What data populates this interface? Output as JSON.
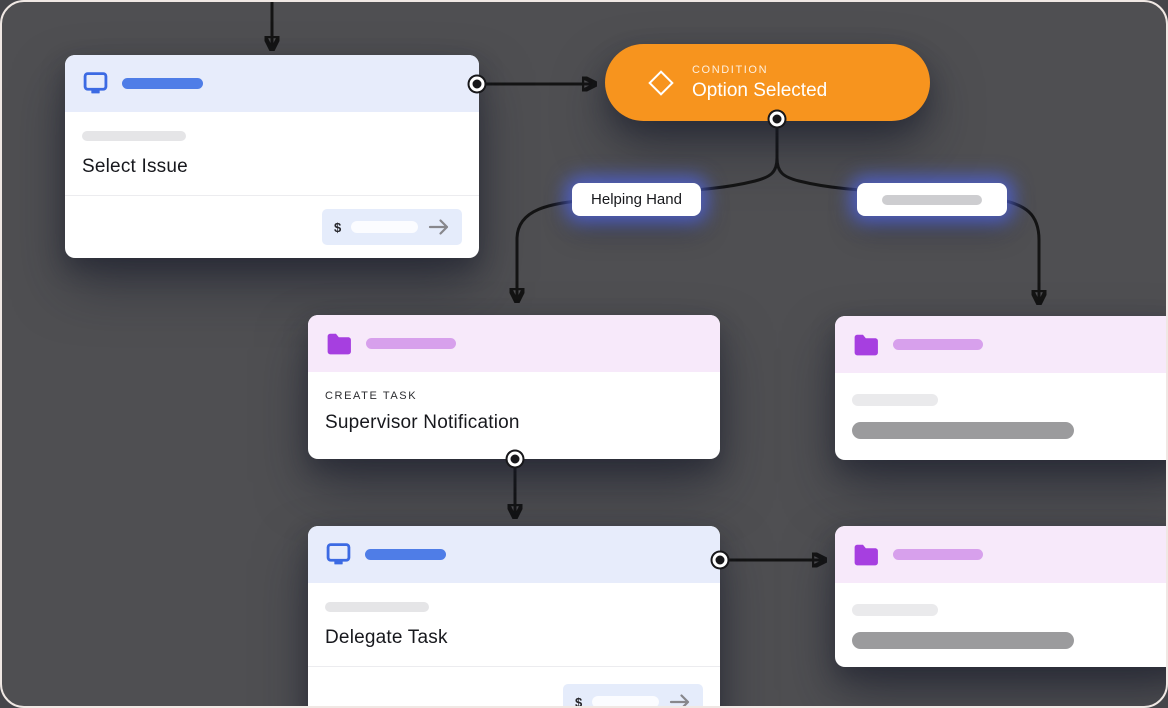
{
  "canvas": {
    "background": "#4f4f52",
    "frame_border_color": "#f0e8e4",
    "wire_color": "#141414"
  },
  "palette": {
    "blue_accent": "#3c6ae3",
    "blue_bar": "#4f7de7",
    "blue_header": "#e7ecfb",
    "orange": "#f7941e",
    "purple_accent": "#a63fe0",
    "purple_bar": "#d7a0ec",
    "pink_header": "#f7e9fa",
    "branch_glow": "#5063d6",
    "skeleton_light": "#eaeaec",
    "skeleton_mid": "#cdcdd0",
    "skeleton_dark": "#9b9b9d",
    "input_bg": "#e5ecfb"
  },
  "icons": {
    "screen": "monitor-icon",
    "condition": "diamond-icon",
    "task": "folder-icon",
    "submit": "arrow-right-icon",
    "ports": "connector-port-dot"
  },
  "nodes": {
    "select_issue": {
      "title": "Select Issue",
      "currency_prefix": "$"
    },
    "condition": {
      "kicker": "CONDITION",
      "title": "Option Selected"
    },
    "branch_left": {
      "label": "Helping Hand"
    },
    "supervisor": {
      "kicker": "CREATE TASK",
      "title": "Supervisor Notification"
    },
    "delegate": {
      "title": "Delegate Task",
      "currency_prefix": "$"
    }
  }
}
